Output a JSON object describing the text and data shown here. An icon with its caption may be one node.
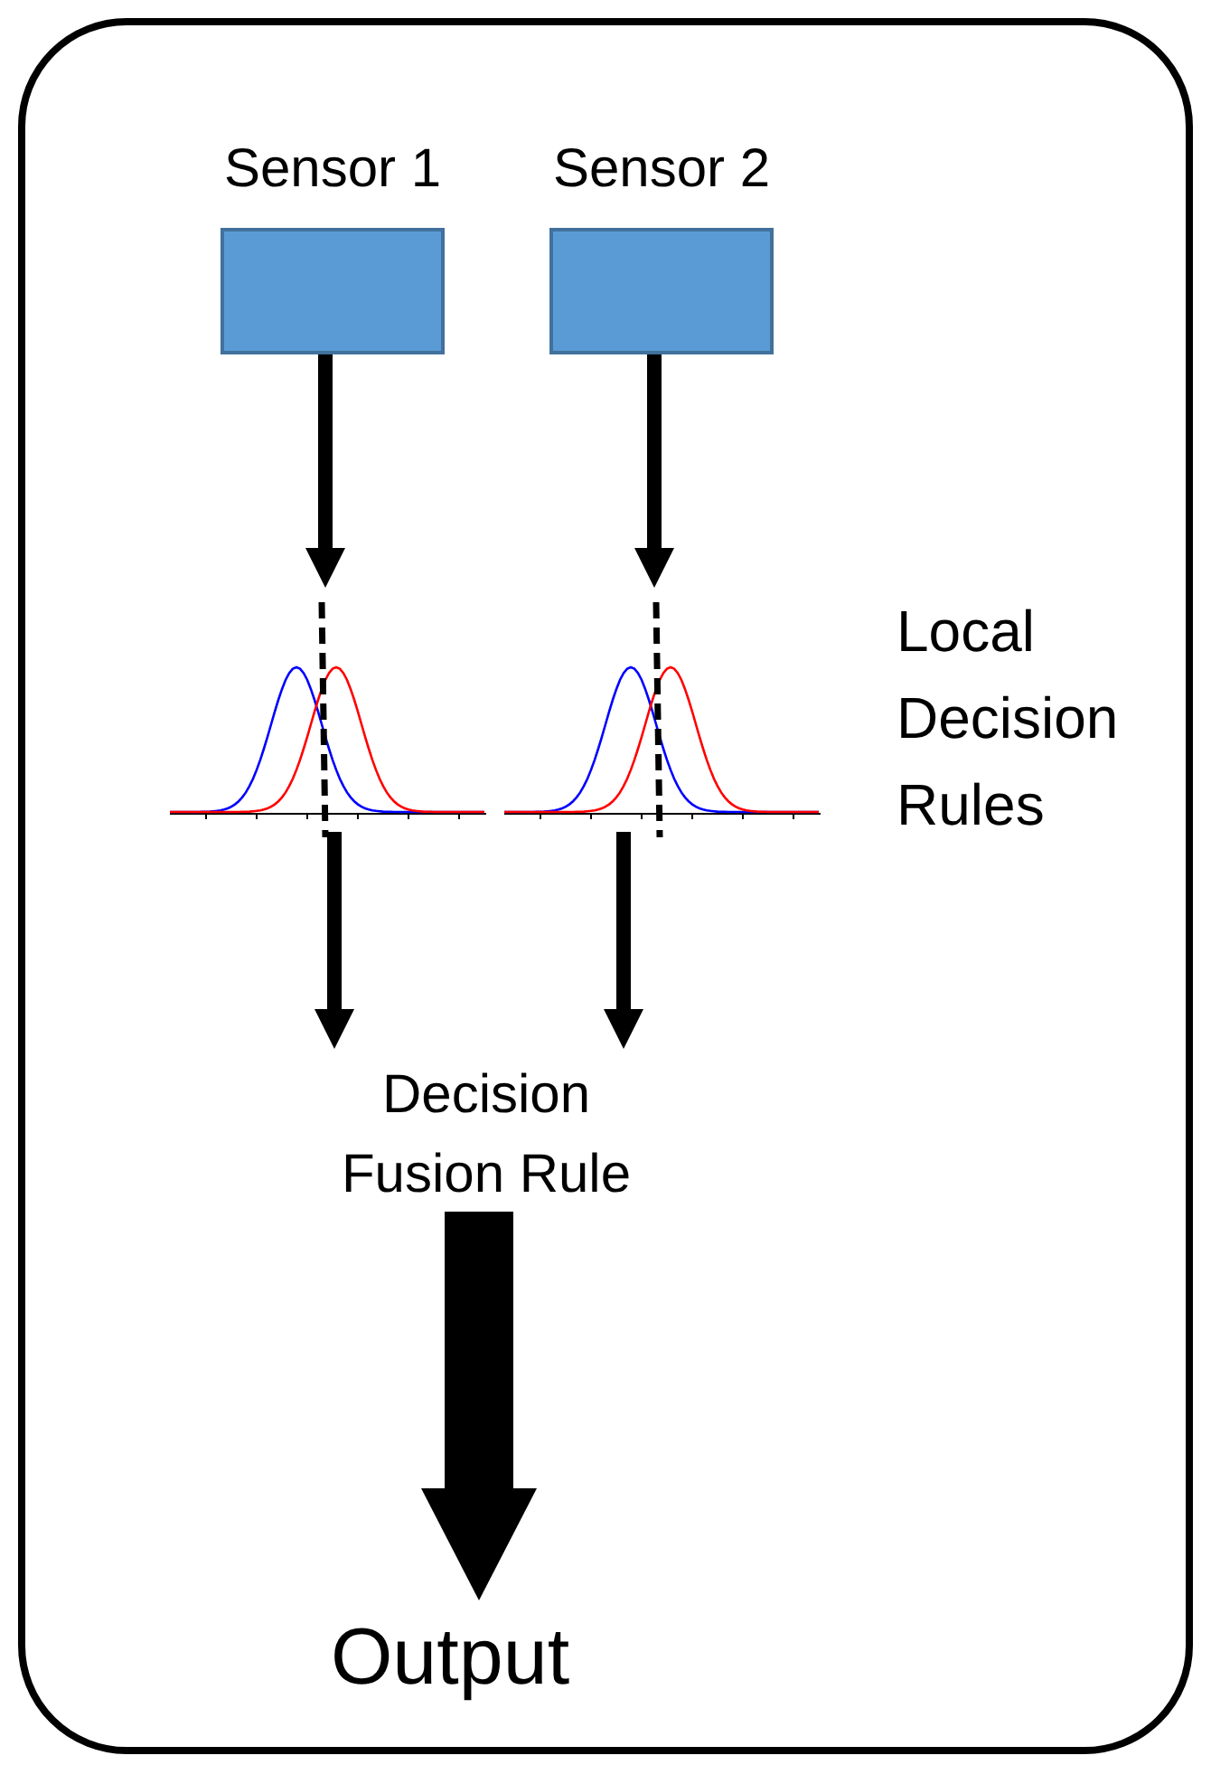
{
  "diagram": {
    "nodes": [
      {
        "text": [],
        "shape": "box"
      },
      {
        "text": [
          "Sensor 1"
        ],
        "in": 0
      },
      {
        "text": [
          "Sensor 2"
        ],
        "in": 0
      },
      {
        "text": [],
        "shape": "picture",
        "in": 0
      },
      {
        "text": [],
        "shape": "picture",
        "in": 0
      },
      {
        "text": [
          "Decision Fusion Rule"
        ],
        "in": 0
      },
      {
        "text": [
          "Output"
        ],
        "in": 0
      }
    ],
    "edges": [
      {
        "from": 1,
        "to": 3,
        "arrow": "to"
      },
      {
        "from": 2,
        "to": 4,
        "arrow": "to"
      },
      {
        "from": 3,
        "to": 5,
        "arrow": "to"
      },
      {
        "from": 4,
        "to": 5,
        "arrow": "to"
      },
      {
        "from": 5,
        "to": 6,
        "arrow": "to",
        "style": "thick"
      }
    ],
    "labels": [
      "Local Decision Rules"
    ]
  }
}
